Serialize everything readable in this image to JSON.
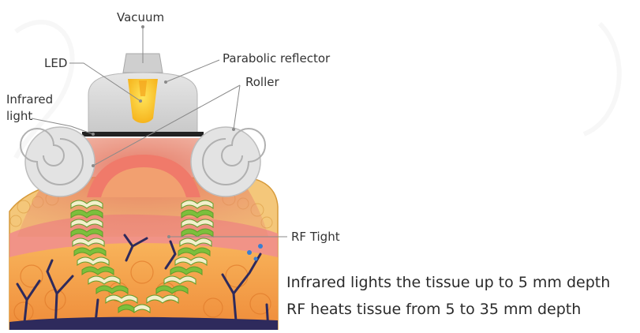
{
  "labels": {
    "vacuum": "Vacuum",
    "led": "LED",
    "parabolic_reflector": "Parabolic reflector",
    "roller": "Roller",
    "infrared_line1": "Infrared",
    "infrared_line2": "light",
    "rf_tight": "RF Tight"
  },
  "captions": {
    "line1": "Infrared lights the tissue up to 5 mm depth",
    "line2": "RF heats tissue from 5 to 35 mm depth"
  },
  "colors": {
    "skin_outer": "#f2c56b",
    "fat": "#f5a64a",
    "vessel": "#2e2a5c",
    "rf_green": "#7cbf3c",
    "rf_cream": "#f3f0cc",
    "red_glow": "#d9534f",
    "led_yellow": "#ffd21f",
    "device_gray": "#d6d6d6"
  }
}
